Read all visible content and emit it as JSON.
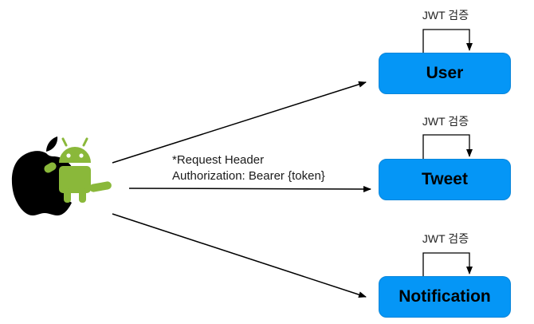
{
  "colors": {
    "service_fill": "#0596F6",
    "service_border": "#0A86DA",
    "line": "#000000",
    "apple": "#000000",
    "android": "#8AB83A"
  },
  "client": {
    "icons": [
      "apple-logo-icon",
      "android-robot-icon"
    ]
  },
  "request": {
    "line1": "*Request Header",
    "line2": "Authorization: Bearer {token}"
  },
  "services": [
    {
      "name": "User",
      "jwt_label": "JWT 검증"
    },
    {
      "name": "Tweet",
      "jwt_label": "JWT 검증"
    },
    {
      "name": "Notification",
      "jwt_label": "JWT 검증"
    }
  ]
}
